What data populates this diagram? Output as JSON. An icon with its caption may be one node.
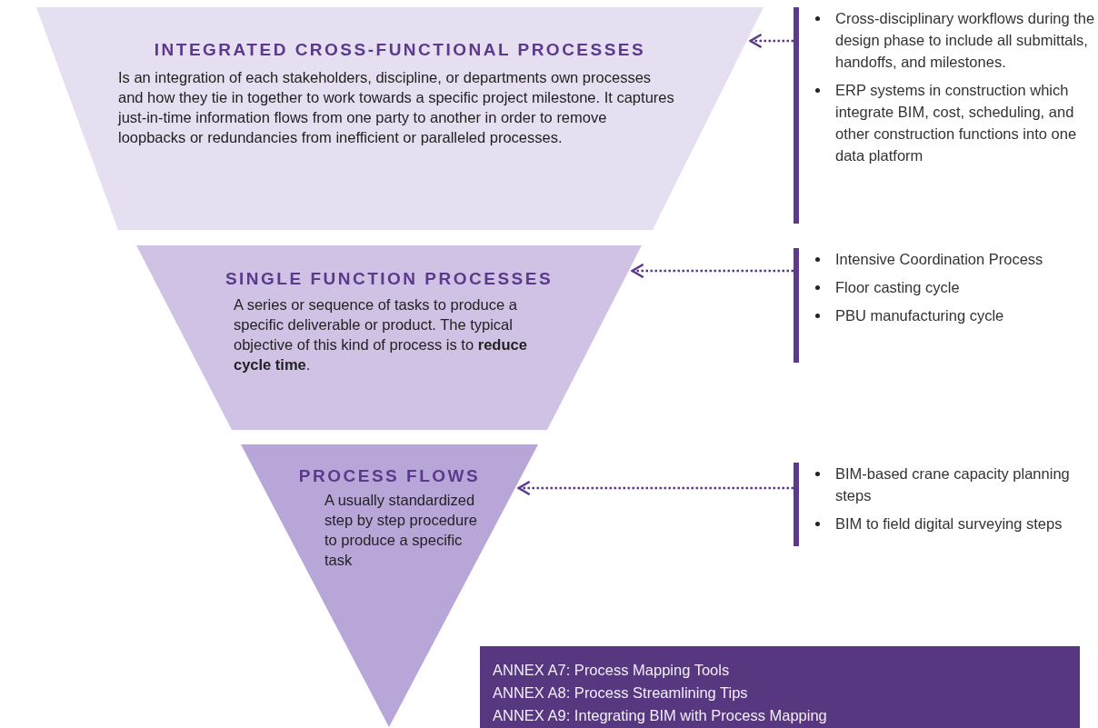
{
  "diagram": {
    "nodes": [
      {
        "text": [
          "INTEGRATED CROSS-FUNCTIONAL PROCESSES",
          "Is an integration of each stakeholders, discipline, or departments own processes and how they tie in together to work towards a specific project milestone. It captures just-in-time information flows from one party to another in order to remove loopbacks or redundancies from inefficient or paralleled processes."
        ]
      },
      {
        "text": [
          "SINGLE FUNCTION PROCESSES",
          "A series or sequence of tasks to produce a specific deliverable or product. The typical objective of this kind of process is to **reduce cycle time**."
        ]
      },
      {
        "text": [
          "PROCESS FLOWS",
          "A usually standardized step by step procedure to produce a specific task"
        ]
      },
      {
        "text": [
          "Cross-disciplinary workflows during the design phase to include all submittals, handoffs, and milestones.",
          "ERP systems in construction which integrate BIM, cost, scheduling, and other construction functions into one data platform"
        ]
      },
      {
        "text": [
          "Intensive Coordination Process",
          "Floor casting cycle",
          "PBU manufacturing cycle"
        ]
      },
      {
        "text": [
          "BIM-based crane capacity planning steps",
          "BIM to field digital surveying steps"
        ]
      },
      {
        "text": [
          "ANNEX A7: Process Mapping Tools",
          "ANNEX A8: Process Streamlining Tips",
          "ANNEX A9: Integrating BIM with Process Mapping"
        ]
      }
    ],
    "edges": [
      {
        "from": 3,
        "to": 0,
        "arrow": "to",
        "style": "dashed"
      },
      {
        "from": 4,
        "to": 1,
        "arrow": "to",
        "style": "dashed"
      },
      {
        "from": 5,
        "to": 2,
        "arrow": "to",
        "style": "dashed"
      }
    ]
  }
}
